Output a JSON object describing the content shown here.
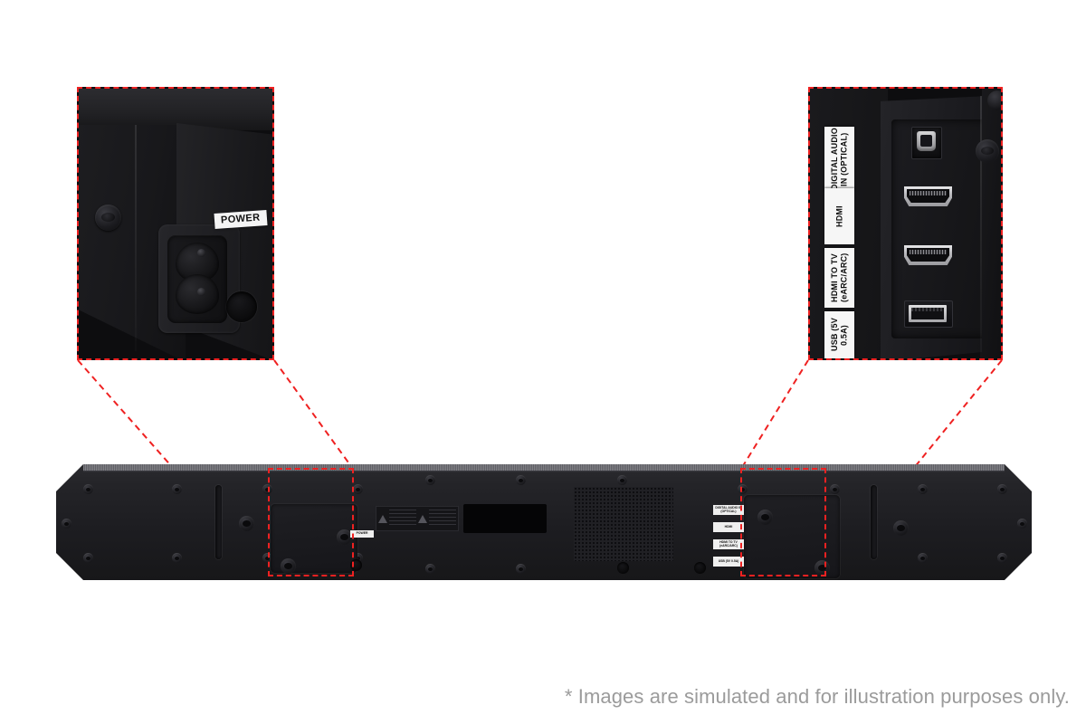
{
  "page": {
    "background_color": "#ffffff",
    "accent_color": "#ef2121",
    "footnote": "* Images are simulated and for illustration purposes only."
  },
  "callouts": {
    "power": {
      "title": "power-inlet-detail",
      "label": "POWER"
    },
    "ports": {
      "title": "connection-ports-detail",
      "labels": [
        {
          "id": "optical",
          "text": "DIGITAL AUDIO IN\n(OPTICAL)"
        },
        {
          "id": "hdmi",
          "text": "HDMI"
        },
        {
          "id": "hdmi_tv",
          "text": "HDMI TO TV\n(eARC/ARC)"
        },
        {
          "id": "usb",
          "text": "USB (5V 0.5A)"
        }
      ]
    }
  },
  "soundbar": {
    "name": "soundbar-rear-panel",
    "mini_labels": {
      "power": "POWER",
      "optical": "DIGITAL AUDIO IN\n(OPTICAL)",
      "hdmi": "HDMI",
      "hdmi_tv": "HDMI TO TV\n(eARC/ARC)",
      "usb": "USB (5V 0.5A)"
    }
  }
}
